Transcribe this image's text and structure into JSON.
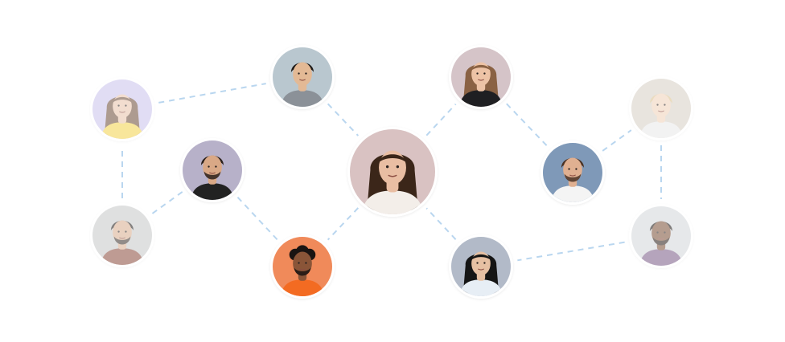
{
  "people": [
    {
      "id": "p1",
      "bg": "#c9c2ec",
      "skin": "#e8c3a8",
      "hair": "#6b4a36",
      "shirt": "#f3d34a",
      "hair_style": "long",
      "muted": true
    },
    {
      "id": "p2",
      "bg": "#b9c7cf",
      "skin": "#e3b995",
      "hair": "#1d1a18",
      "shirt": "#8b9198",
      "hair_style": "short",
      "muted": false
    },
    {
      "id": "p3",
      "bg": "#d5c4c8",
      "skin": "#edc3a6",
      "hair": "#8a6244",
      "shirt": "#1f1f22",
      "hair_style": "long",
      "muted": false
    },
    {
      "id": "p4",
      "bg": "#b7b1c9",
      "skin": "#d9a886",
      "hair": "#2a201b",
      "shirt": "#222222",
      "hair_style": "short",
      "muted": false,
      "beard": true
    },
    {
      "id": "p5",
      "bg": "#d9c2c2",
      "skin": "#e9bea3",
      "hair": "#3b2619",
      "shirt": "#f3eee9",
      "hair_style": "long",
      "muted": false
    },
    {
      "id": "p6",
      "bg": "#d6cec4",
      "skin": "#efd0b7",
      "hair": "#d9c08e",
      "shirt": "#e8e8e8",
      "hair_style": "short",
      "muted": true
    },
    {
      "id": "p7",
      "bg": "#7f99b8",
      "skin": "#e0b091",
      "hair": "#4a3224",
      "shirt": "#f4f4f4",
      "hair_style": "short",
      "muted": false,
      "beard": true
    },
    {
      "id": "p8",
      "bg": "#c5c7c8",
      "skin": "#d8ad8d",
      "hair": "#1e1a18",
      "shirt": "#8a4a3c",
      "hair_style": "short",
      "muted": true,
      "beard": true
    },
    {
      "id": "p9",
      "bg": "#f08a5a",
      "skin": "#8a5538",
      "hair": "#1a1412",
      "shirt": "#f36b22",
      "hair_style": "curly",
      "muted": false,
      "beard": true
    },
    {
      "id": "p10",
      "bg": "#b2bac8",
      "skin": "#e6c0a3",
      "hair": "#151515",
      "shirt": "#e7eef5",
      "hair_style": "long",
      "muted": false
    },
    {
      "id": "p11",
      "bg": "#d3d7da",
      "skin": "#7a4e35",
      "hair": "#1a1311",
      "shirt": "#7a5a87",
      "hair_style": "short",
      "muted": true,
      "beard": true
    }
  ],
  "connections": [
    [
      "p1",
      "p2"
    ],
    [
      "p2",
      "p5"
    ],
    [
      "p5",
      "p3"
    ],
    [
      "p3",
      "p7"
    ],
    [
      "p7",
      "p6"
    ],
    [
      "p6",
      "p11"
    ],
    [
      "p11",
      "p10"
    ],
    [
      "p10",
      "p5"
    ],
    [
      "p5",
      "p9"
    ],
    [
      "p9",
      "p4"
    ],
    [
      "p4",
      "p8"
    ],
    [
      "p8",
      "p1"
    ]
  ]
}
